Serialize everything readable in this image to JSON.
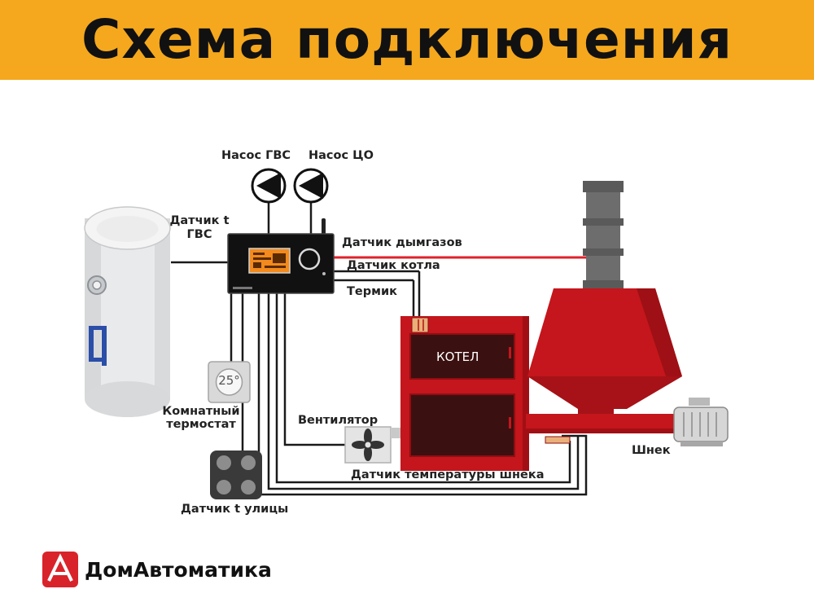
{
  "header": {
    "title": "Схема подключения",
    "background": "#f5a81d"
  },
  "labels": {
    "pump_dhw": "Насос ГВС",
    "pump_co": "Насос ЦО",
    "sensor_dhw": "Датчик t\nГВС",
    "sensor_flue": "Датчик дымгазов",
    "sensor_boiler": "Датчик котла",
    "thermal": "Термик",
    "boiler": "КОТЕЛ",
    "room_thermostat": "Комнатный\nтермостат",
    "thermostat_value": "25°",
    "fan": "Вентилятор",
    "auger": "Шнек",
    "auger_sensor": "Датчик температуры шнека",
    "outdoor_sensor": "Датчик t улицы"
  },
  "brand": {
    "name": "ДомАвтоматика",
    "color": "#d9232a"
  },
  "colors": {
    "boiler_red": "#c4161c",
    "flue_line": "#e0222c",
    "wire": "#1a1a1a"
  }
}
